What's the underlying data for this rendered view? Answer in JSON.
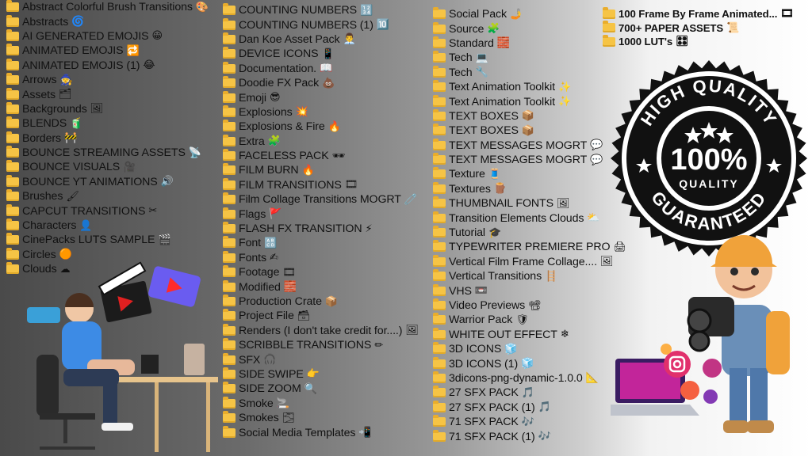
{
  "columns": [
    [
      {
        "label": "Abstract Colorful Brush Transitions",
        "emoji": "🎨"
      },
      {
        "label": "Abstracts",
        "emoji": "🌀"
      },
      {
        "label": "AI GENERATED EMOJIS",
        "emoji": "😀"
      },
      {
        "label": "ANIMATED EMOJIS",
        "emoji": "🔁"
      },
      {
        "label": "ANIMATED EMOJIS (1)",
        "emoji": "😂"
      },
      {
        "label": "Arrows",
        "emoji": "🧙"
      },
      {
        "label": "Assets",
        "emoji": "🗂"
      },
      {
        "label": "Backgrounds",
        "emoji": "🖼"
      },
      {
        "label": "BLENDS",
        "emoji": "🧃"
      },
      {
        "label": "Borders",
        "emoji": "🚧"
      },
      {
        "label": "BOUNCE STREAMING ASSETS",
        "emoji": "📡"
      },
      {
        "label": "BOUNCE VISUALS",
        "emoji": "🎥"
      },
      {
        "label": "BOUNCE YT ANIMATIONS",
        "emoji": "🔊"
      },
      {
        "label": "Brushes",
        "emoji": "🖌"
      },
      {
        "label": "CAPCUT TRANSITIONS",
        "emoji": "✂"
      },
      {
        "label": "Characters",
        "emoji": "👤"
      },
      {
        "label": "CinePacks LUTS SAMPLE",
        "emoji": "🎬"
      },
      {
        "label": "Circles",
        "emoji": "🟠"
      },
      {
        "label": "Clouds",
        "emoji": "☁"
      }
    ],
    [
      {
        "label": "COUNTING NUMBERS",
        "emoji": "🔢"
      },
      {
        "label": "COUNTING NUMBERS (1)",
        "emoji": "🔟"
      },
      {
        "label": "Dan Koe Asset Pack",
        "emoji": "👨‍💼"
      },
      {
        "label": "DEVICE ICONS",
        "emoji": "📱"
      },
      {
        "label": "Documentation.",
        "emoji": "📖"
      },
      {
        "label": "Doodie FX Pack",
        "emoji": "💩"
      },
      {
        "label": "Emoji",
        "emoji": "😎"
      },
      {
        "label": "Explosions",
        "emoji": "💥"
      },
      {
        "label": "Explosions & Fire",
        "emoji": "🔥"
      },
      {
        "label": "Extra",
        "emoji": "🧩"
      },
      {
        "label": "FACELESS PACK",
        "emoji": "🕶"
      },
      {
        "label": "FILM BURN",
        "emoji": "🔥"
      },
      {
        "label": "FILM TRANSITIONS",
        "emoji": "🎞"
      },
      {
        "label": "Film Collage Transitions MOGRT",
        "emoji": "🧷"
      },
      {
        "label": "Flags",
        "emoji": "🚩"
      },
      {
        "label": "FLASH FX TRANSITION",
        "emoji": "⚡"
      },
      {
        "label": "Font",
        "emoji": "🔠"
      },
      {
        "label": "Fonts",
        "emoji": "✍"
      },
      {
        "label": "Footage",
        "emoji": "🎞"
      },
      {
        "label": "Modified",
        "emoji": "🧱"
      },
      {
        "label": "Production Crate",
        "emoji": "📦"
      },
      {
        "label": "Project File",
        "emoji": "🗃"
      },
      {
        "label": "Renders (I don't take credit for....)",
        "emoji": "🖼"
      },
      {
        "label": "SCRIBBLE TRANSITIONS",
        "emoji": "✏"
      },
      {
        "label": "SFX",
        "emoji": "🎧"
      },
      {
        "label": "SIDE SWIPE",
        "emoji": "👉"
      },
      {
        "label": "SIDE ZOOM",
        "emoji": "🔍"
      },
      {
        "label": "Smoke",
        "emoji": "🚬"
      },
      {
        "label": "Smokes",
        "emoji": "🌫"
      },
      {
        "label": "Social Media Templates",
        "emoji": "📲"
      }
    ],
    [
      {
        "label": "Social Pack",
        "emoji": "🤳"
      },
      {
        "label": "Source",
        "emoji": "🧩"
      },
      {
        "label": "Standard",
        "emoji": "🧱"
      },
      {
        "label": "Tech",
        "emoji": "💻"
      },
      {
        "label": "Tech",
        "emoji": "🔧"
      },
      {
        "label": "Text Animation Toolkit",
        "emoji": "✨"
      },
      {
        "label": "Text Animation Toolkit",
        "emoji": "✨"
      },
      {
        "label": "TEXT BOXES",
        "emoji": "📦"
      },
      {
        "label": "TEXT BOXES",
        "emoji": "📦"
      },
      {
        "label": "TEXT MESSAGES MOGRT",
        "emoji": "💬"
      },
      {
        "label": "TEXT MESSAGES MOGRT",
        "emoji": "💬"
      },
      {
        "label": "Texture",
        "emoji": "🧵"
      },
      {
        "label": "Textures",
        "emoji": "🪵"
      },
      {
        "label": "THUMBNAIL FONTS",
        "emoji": "🖼"
      },
      {
        "label": "Transition Elements Clouds",
        "emoji": "⛅"
      },
      {
        "label": "Tutorial",
        "emoji": "🎓"
      },
      {
        "label": "TYPEWRITER PREMIERE PRO",
        "emoji": "🖨"
      },
      {
        "label": "Vertical Film Frame Collage....",
        "emoji": "🖼"
      },
      {
        "label": "Vertical Transitions",
        "emoji": "🪜"
      },
      {
        "label": "VHS",
        "emoji": "📼"
      },
      {
        "label": "Video Previews",
        "emoji": "📽"
      },
      {
        "label": "Warrior Pack",
        "emoji": "🛡"
      },
      {
        "label": "WHITE OUT EFFECT",
        "emoji": "❄"
      },
      {
        "label": "3D ICONS",
        "emoji": "🧊"
      },
      {
        "label": "3D ICONS (1)",
        "emoji": "🧊"
      },
      {
        "label": "3dicons-png-dynamic-1.0.0",
        "emoji": "📐"
      },
      {
        "label": "27 SFX PACK",
        "emoji": "🎵"
      },
      {
        "label": "27 SFX PACK (1)",
        "emoji": "🎵"
      },
      {
        "label": "71 SFX PACK",
        "emoji": "🎶"
      },
      {
        "label": "71 SFX PACK (1)",
        "emoji": "🎶"
      }
    ],
    [
      {
        "label": "100 Frame By Frame Animated...",
        "emoji": "🎞"
      },
      {
        "label": "700+ PAPER ASSETS",
        "emoji": "📜"
      },
      {
        "label": "1000 LUT's",
        "emoji": "🎛"
      }
    ]
  ],
  "badge": {
    "top_text": "HIGH QUALITY",
    "bottom_text": "GUARANTEED",
    "percent": "100%",
    "sub": "QUALITY",
    "colors": {
      "dark": "#111111",
      "light": "#ffffff"
    }
  },
  "icons": [
    "folder-icon",
    "director-clapperboard-icon",
    "video-play-icon",
    "instagram-icon"
  ]
}
